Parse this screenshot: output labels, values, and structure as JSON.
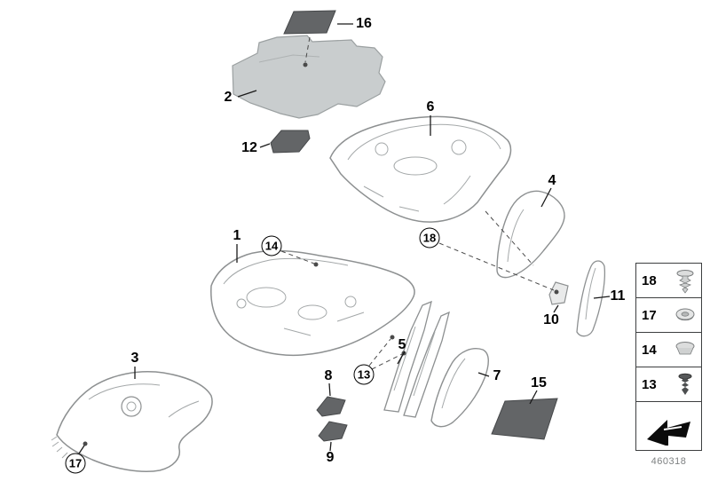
{
  "callouts": {
    "n1": "1",
    "n2": "2",
    "n3": "3",
    "n4": "4",
    "n5": "5",
    "n6": "6",
    "n7": "7",
    "n8": "8",
    "n9": "9",
    "n10": "10",
    "n11": "11",
    "n12": "12",
    "n15": "15",
    "n16": "16"
  },
  "circled": {
    "n13": "13",
    "n14": "14",
    "n17": "17",
    "n18": "18"
  },
  "legend": {
    "rows": [
      {
        "label": "18",
        "icon": "expanding-rivet-icon"
      },
      {
        "label": "17",
        "icon": "grommet-icon"
      },
      {
        "label": "14",
        "icon": "sealing-plug-icon"
      },
      {
        "label": "13",
        "icon": "expanding-clip-icon"
      }
    ],
    "direction_icon": "direction-arrow-icon"
  },
  "footer": {
    "drawing_number": "460318"
  },
  "colors": {
    "dark_part": "#636567",
    "light_part": "#c9cdce",
    "line_art": "#8d9091",
    "leader": "#1a1a1a"
  }
}
